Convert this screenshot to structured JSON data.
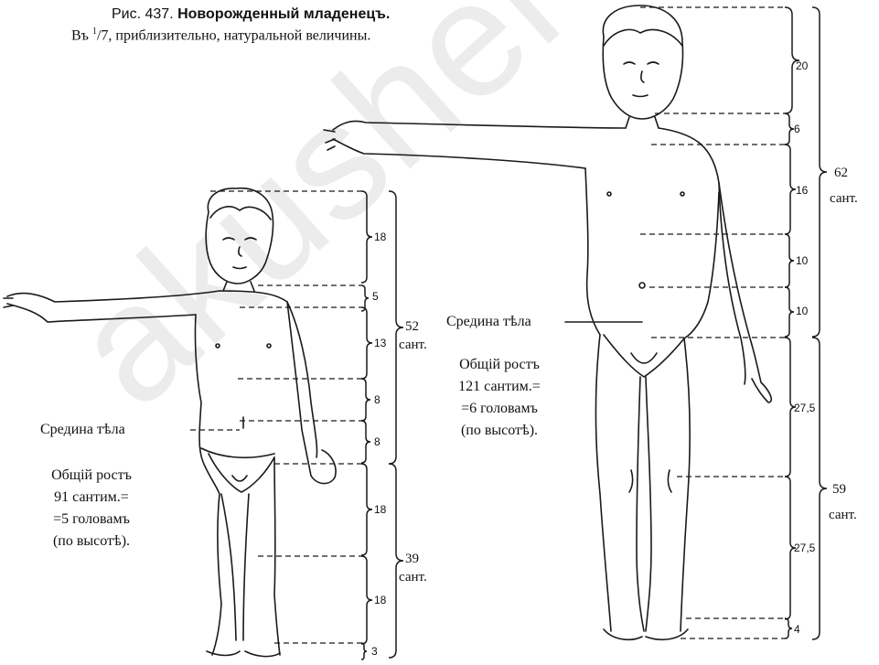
{
  "caption": {
    "fig_no": "Рис. 437.",
    "title": "Новорожденный младенецъ.",
    "scale_prefix": "Въ ",
    "scale_num": "1",
    "scale_den": "/7",
    "scale_suffix": ", приблизительно, натуральной величины."
  },
  "watermark": "akusher",
  "small_figure": {
    "segments": [
      "18",
      "5",
      "13",
      "8",
      "8",
      "18",
      "18",
      "3"
    ],
    "upper_total": [
      "52",
      "сант."
    ],
    "lower_total": [
      "39",
      "сант."
    ],
    "midline_label": "Средина тѣла",
    "height_note": [
      "Общій ростъ",
      "91 сантим.=",
      "=5 головамъ",
      "(по высотѣ)."
    ]
  },
  "large_figure": {
    "segments": [
      "20",
      "6",
      "16",
      "10",
      "10",
      "27,5",
      "27,5",
      "4"
    ],
    "upper_total": [
      "62",
      "сант."
    ],
    "lower_total": [
      "59",
      "сант."
    ],
    "midline_label": "Средина тѣла",
    "height_note": [
      "Общій ростъ",
      "121 сантим.=",
      "=6 головамъ",
      "(по высотѣ)."
    ]
  }
}
